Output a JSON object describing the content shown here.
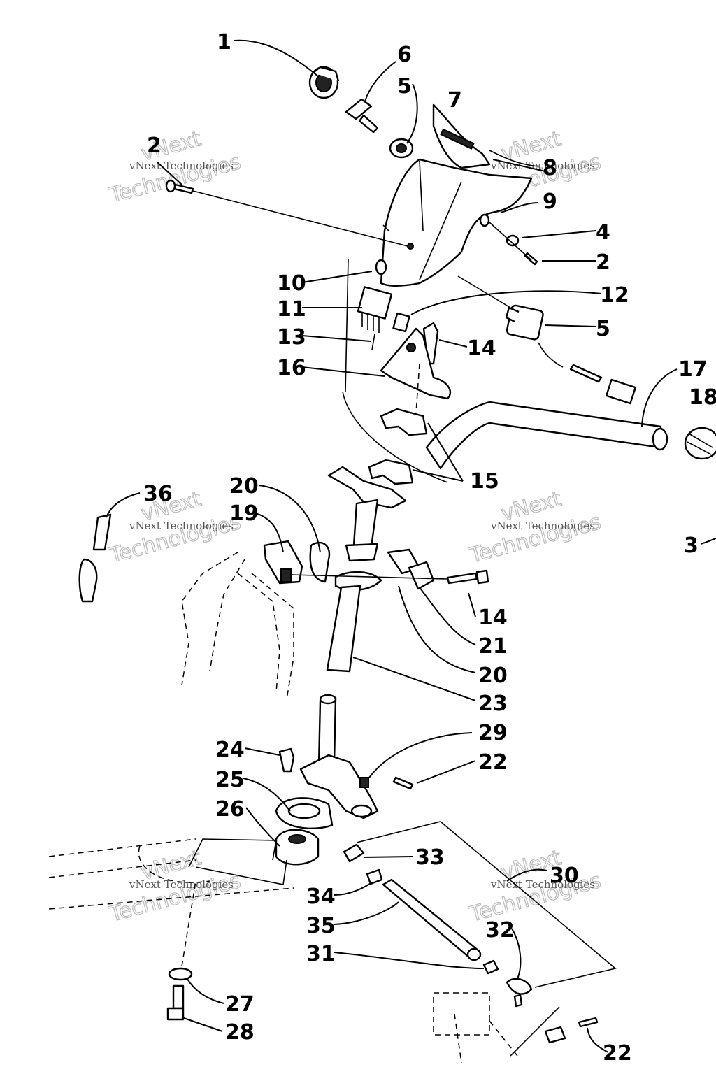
{
  "watermark": {
    "line1": "vNext Technologies",
    "big1": "vNext",
    "big2": "Technologies"
  },
  "callouts": [
    {
      "id": "c1",
      "label": "1"
    },
    {
      "id": "c6",
      "label": "6"
    },
    {
      "id": "c5a",
      "label": "5"
    },
    {
      "id": "c7",
      "label": "7"
    },
    {
      "id": "c2a",
      "label": "2"
    },
    {
      "id": "c8",
      "label": "8"
    },
    {
      "id": "c9",
      "label": "9"
    },
    {
      "id": "c4",
      "label": "4"
    },
    {
      "id": "c2b",
      "label": "2"
    },
    {
      "id": "c10",
      "label": "10"
    },
    {
      "id": "c12",
      "label": "12"
    },
    {
      "id": "c11",
      "label": "11"
    },
    {
      "id": "c5b",
      "label": "5"
    },
    {
      "id": "c13",
      "label": "13"
    },
    {
      "id": "c14a",
      "label": "14"
    },
    {
      "id": "c16",
      "label": "16"
    },
    {
      "id": "c17",
      "label": "17"
    },
    {
      "id": "c18",
      "label": "18"
    },
    {
      "id": "c15",
      "label": "15"
    },
    {
      "id": "c36",
      "label": "36"
    },
    {
      "id": "c20a",
      "label": "20"
    },
    {
      "id": "c19",
      "label": "19"
    },
    {
      "id": "c3",
      "label": "3"
    },
    {
      "id": "c14b",
      "label": "14"
    },
    {
      "id": "c21",
      "label": "21"
    },
    {
      "id": "c20b",
      "label": "20"
    },
    {
      "id": "c23",
      "label": "23"
    },
    {
      "id": "c29",
      "label": "29"
    },
    {
      "id": "c24",
      "label": "24"
    },
    {
      "id": "c22a",
      "label": "22"
    },
    {
      "id": "c25",
      "label": "25"
    },
    {
      "id": "c26",
      "label": "26"
    },
    {
      "id": "c33",
      "label": "33"
    },
    {
      "id": "c30",
      "label": "30"
    },
    {
      "id": "c34",
      "label": "34"
    },
    {
      "id": "c35",
      "label": "35"
    },
    {
      "id": "c32",
      "label": "32"
    },
    {
      "id": "c31",
      "label": "31"
    },
    {
      "id": "c27",
      "label": "27"
    },
    {
      "id": "c28",
      "label": "28"
    },
    {
      "id": "c22b",
      "label": "22"
    }
  ]
}
